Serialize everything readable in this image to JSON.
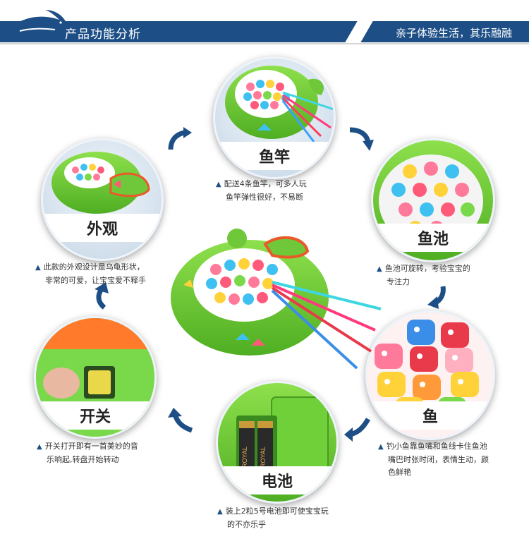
{
  "header": {
    "title": "产品功能分析",
    "slogan": "亲子体验生活，其乐融融"
  },
  "features": [
    {
      "id": "rod",
      "label": "鱼竿",
      "caption": [
        "配送4条鱼竿，可多人玩",
        "鱼竿弹性很好，不易断"
      ]
    },
    {
      "id": "pool",
      "label": "鱼池",
      "caption": [
        "鱼池可旋转，考验宝宝的",
        "专注力"
      ]
    },
    {
      "id": "fish",
      "label": "鱼",
      "caption": [
        "钓小鱼靠鱼嘴和鱼线卡住鱼池",
        "嘴巴时张时闭，表情生动，颜",
        "色鲜艳"
      ]
    },
    {
      "id": "battery",
      "label": "电池",
      "caption": [
        "装上2粒5号电池即可使宝宝玩",
        "的不亦乐乎"
      ]
    },
    {
      "id": "switch",
      "label": "开关",
      "caption": [
        "开关打开即有一首美妙的音",
        "乐响起,转盘开始转动"
      ]
    },
    {
      "id": "look",
      "label": "外观",
      "caption": [
        "此款的外观设计是乌龟形状，",
        "非常的可爱，让宝宝爱不释手"
      ]
    }
  ],
  "battery_brand": "ROYAL",
  "colors": {
    "header": "#1d4f86",
    "arrow": "#1d4f86",
    "toy_green": "#6fc83a"
  }
}
